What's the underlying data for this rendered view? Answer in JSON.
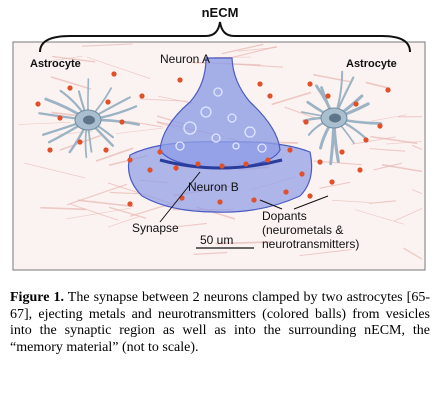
{
  "figure": {
    "title": "nECM",
    "labels": {
      "astrocyte_left": "Astrocyte",
      "astrocyte_right": "Astrocyte",
      "neuron_a": "Neuron A",
      "neuron_b": "Neuron B",
      "synapse": "Synapse",
      "dopants_line1": "Dopants",
      "dopants_line2": "(neurometals &",
      "dopants_line3": "neurotransmitters)",
      "scale_bar": "50 um"
    },
    "colors": {
      "neuron": "#8f9de6",
      "neuron_outline": "#4b5bc2",
      "astrocyte": "#9bb3c4",
      "dopant_ball": "#e0502a",
      "background_fibers": "#e8b8b4"
    }
  },
  "caption": {
    "label": "Figure 1.",
    "text": " The synapse between 2 neurons clamped by two astrocytes [65-67], ejecting metals and neurotransmitters (colored balls) from vesicles into the synaptic region as well as into the surrounding nECM, the “memory material” (not to scale)."
  }
}
